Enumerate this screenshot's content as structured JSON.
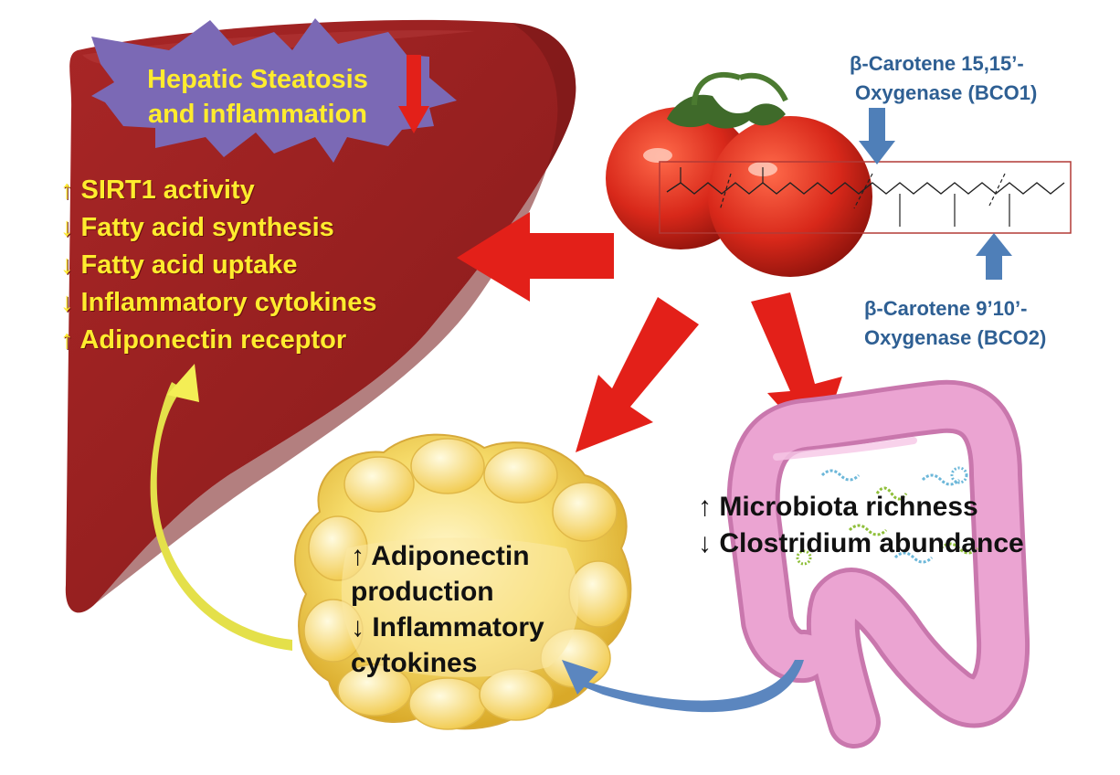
{
  "colors": {
    "liver": "#9a2222",
    "liver_dark": "#7a1818",
    "liver_text": "#ffec2e",
    "star": "#7b69b5",
    "red_arrow": "#e32019",
    "enzyme_arrow": "#4f7fb8",
    "enzyme_text": "#2e5f93",
    "tomato": "#d82a18",
    "intestine": "#e59acb",
    "fat": "#f3d04f",
    "yellow_arrow": "#f4ee55",
    "blue_arrow": "#5b86bf",
    "body_text": "#111111"
  },
  "icons": [
    "liver-icon",
    "tomato-icon",
    "lycopene-structure-icon",
    "adipose-tissue-icon",
    "intestine-icon",
    "microbiota-icon"
  ],
  "liver": {
    "star_lines": [
      "Hepatic Steatosis",
      "and inflammation"
    ],
    "effects": [
      "↑ SIRT1 activity",
      "↓ Fatty acid synthesis",
      "↓ Fatty acid uptake",
      "↓ Inflammatory cytokines",
      "↑ Adiponectin receptor"
    ]
  },
  "enzymes": {
    "bco1": [
      "β-Carotene 15,15’-",
      "Oxygenase (BCO1)"
    ],
    "bco2": [
      "β-Carotene 9’10’-",
      "Oxygenase (BCO2)"
    ]
  },
  "adipose": {
    "lines": [
      "↑ Adiponectin",
      "production",
      "↓ Inflammatory",
      "cytokines"
    ]
  },
  "gut": {
    "lines": [
      "↑ Microbiota richness",
      "↓ Clostridium abundance"
    ]
  }
}
